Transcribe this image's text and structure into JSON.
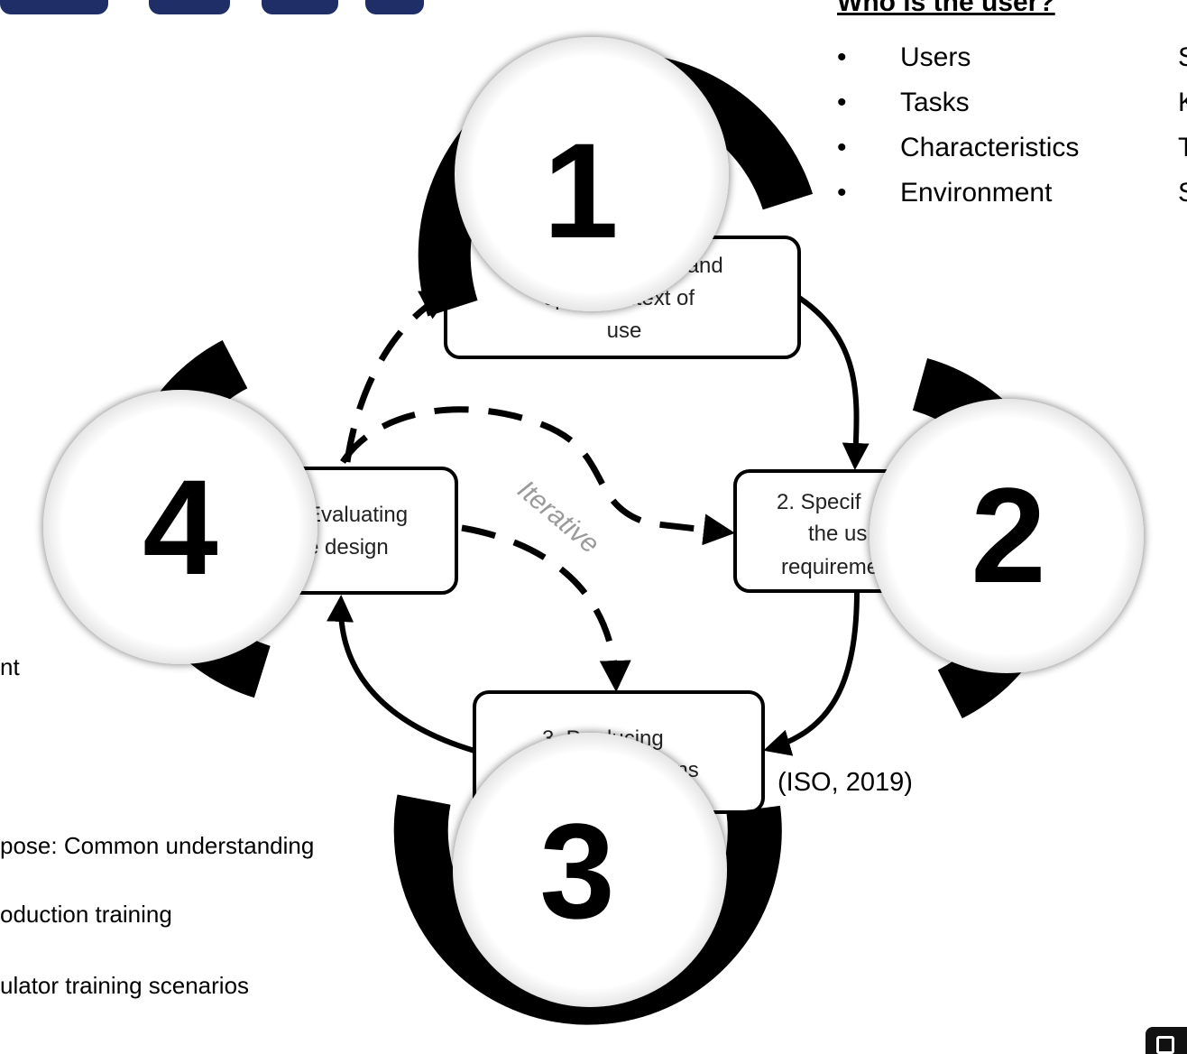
{
  "title_fragment": "",
  "who": {
    "heading": "Who is the user?",
    "items": [
      {
        "bullet": "•",
        "label": "Users"
      },
      {
        "bullet": "•",
        "label": "Tasks"
      },
      {
        "bullet": "•",
        "label": "Characteristics"
      },
      {
        "bullet": "•",
        "label": "Environment"
      }
    ],
    "right_column_fragments": [
      "S",
      "K",
      "T",
      "S"
    ]
  },
  "process_boxes": [
    {
      "id": "box-context",
      "lines": [
        "g  and",
        "speci        context  of",
        "use"
      ]
    },
    {
      "id": "box-requirements",
      "lines": [
        "2. Specif",
        "the us",
        "requireme"
      ]
    },
    {
      "id": "box-solutions",
      "lines": [
        "3. Producing",
        "tions"
      ]
    },
    {
      "id": "box-evaluating",
      "lines": [
        "Evaluating",
        "e design"
      ]
    }
  ],
  "step_badges": [
    {
      "number": "1"
    },
    {
      "number": "2"
    },
    {
      "number": "3"
    },
    {
      "number": "4"
    }
  ],
  "iterative_label": "Iterative",
  "citation": "(ISO, 2019)",
  "left_fragments": [
    "nt",
    "pose: Common understanding",
    "oduction training",
    "ulator training scenarios"
  ],
  "colors": {
    "title_blue": "#1f2e66",
    "ring": "#000000",
    "badge_fill": "#ffffff",
    "box_stroke": "#000000",
    "iterative_text": "#9a9a9a"
  }
}
